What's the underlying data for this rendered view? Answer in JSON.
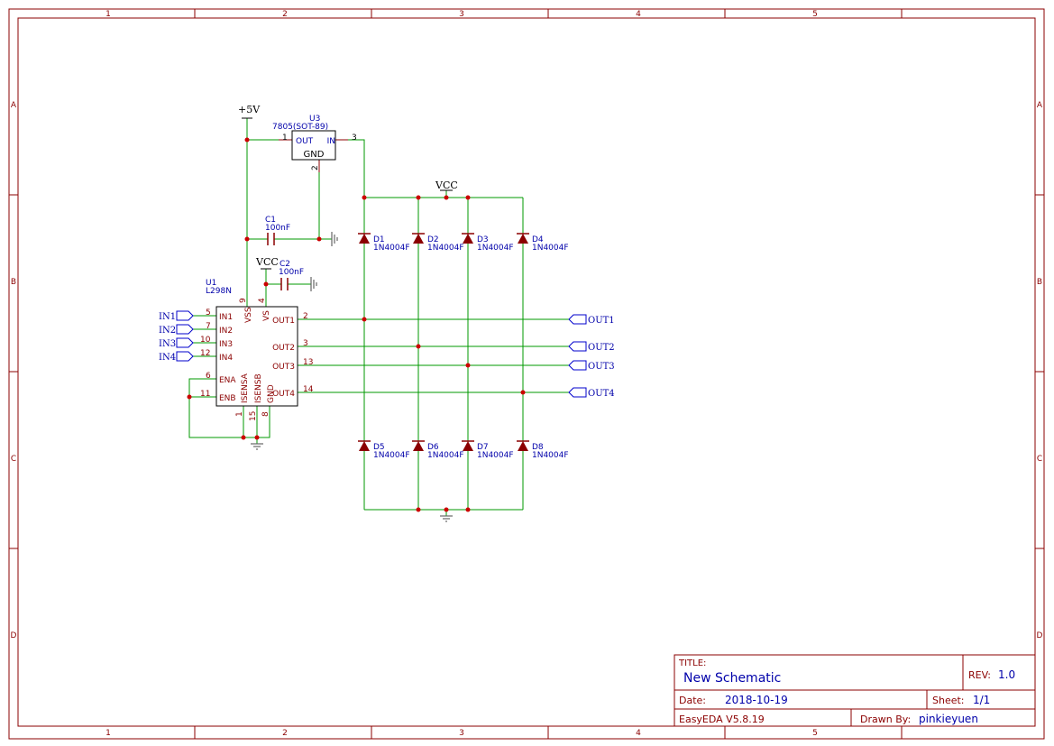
{
  "frame": {
    "columns": [
      "1",
      "2",
      "3",
      "4",
      "5"
    ],
    "rows": [
      "A",
      "B",
      "C",
      "D"
    ]
  },
  "colors": {
    "border": "#8b0000",
    "wire": "#009900",
    "symbol": "#8b0000",
    "net": "#0000aa",
    "junction": "#cc0000",
    "ground": "#777777"
  },
  "titleblock": {
    "title_label": "TITLE:",
    "title": "New Schematic",
    "rev_label": "REV:",
    "rev": "1.0",
    "date_label": "Date:",
    "date": "2018-10-19",
    "sheet_label": "Sheet:",
    "sheet": "1/1",
    "tool": "EasyEDA V5.8.19",
    "drawn_label": "Drawn By:",
    "drawn_by": "pinkieyuen"
  },
  "power": {
    "p5v": "+5V",
    "vcc1": "VCC",
    "vcc2": "VCC"
  },
  "u3": {
    "ref": "U3",
    "value": "7805(SOT-89)",
    "pin_out": "OUT",
    "pin_in": "IN",
    "pin_gnd": "GND",
    "num_out": "1",
    "num_in": "3",
    "num_gnd": "2"
  },
  "c1": {
    "ref": "C1",
    "value": "100nF"
  },
  "c2": {
    "ref": "C2",
    "value": "100nF"
  },
  "u1": {
    "ref": "U1",
    "value": "L298N",
    "left_pins": [
      {
        "name": "IN1",
        "num": "5"
      },
      {
        "name": "IN2",
        "num": "7"
      },
      {
        "name": "IN3",
        "num": "10"
      },
      {
        "name": "IN4",
        "num": "12"
      },
      {
        "name": "ENA",
        "num": "6"
      },
      {
        "name": "ENB",
        "num": "11"
      }
    ],
    "right_pins": [
      {
        "name": "OUT1",
        "num": "2"
      },
      {
        "name": "OUT2",
        "num": "3"
      },
      {
        "name": "OUT3",
        "num": "13"
      },
      {
        "name": "OUT4",
        "num": "14"
      }
    ],
    "top_pins": [
      {
        "name": "VSS",
        "num": "9"
      },
      {
        "name": "VS",
        "num": "4"
      }
    ],
    "bottom_pins": [
      {
        "name": "ISENSA",
        "num": "1"
      },
      {
        "name": "ISENSB",
        "num": "15"
      },
      {
        "name": "GND",
        "num": "8"
      }
    ]
  },
  "input_ports": [
    "IN1",
    "IN2",
    "IN3",
    "IN4"
  ],
  "output_ports": [
    "OUT1",
    "OUT2",
    "OUT3",
    "OUT4"
  ],
  "diodes": [
    {
      "ref": "D1",
      "value": "1N4004F"
    },
    {
      "ref": "D2",
      "value": "1N4004F"
    },
    {
      "ref": "D3",
      "value": "1N4004F"
    },
    {
      "ref": "D4",
      "value": "1N4004F"
    },
    {
      "ref": "D5",
      "value": "1N4004F"
    },
    {
      "ref": "D6",
      "value": "1N4004F"
    },
    {
      "ref": "D7",
      "value": "1N4004F"
    },
    {
      "ref": "D8",
      "value": "1N4004F"
    }
  ]
}
